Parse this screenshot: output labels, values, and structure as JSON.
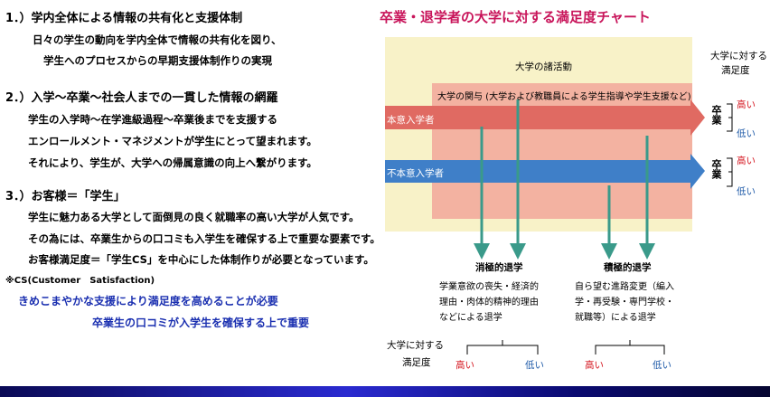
{
  "left": {
    "s1": {
      "heading": "1．）学内全体による情報の共有化と支援体制",
      "lines": [
        "日々の学生の動向を学内全体で情報の共有化を図り、",
        "学生へのプロセスからの早期支援体制作りの実現"
      ]
    },
    "s2": {
      "heading": "2．）入学～卒業～社会人までの一貫した情報の網羅",
      "lines": [
        "学生の入学時～在学進級過程～卒業後までを支援する",
        "エンロールメント・マネジメントが学生にとって望まれます。",
        "それにより、学生が、大学への帰属意識の向上へ繋がります。"
      ]
    },
    "s3": {
      "heading": "3．）お客様＝「学生」",
      "lines": [
        "学生に魅力ある大学として面倒見の良く就職率の高い大学が人気です。",
        "その為には、卒業生からの口コミも入学生を確保する上で重要な要素です。",
        "お客様満足度＝「学生CS」を中心にした体制作りが必要となっています。"
      ]
    },
    "note": "※CS(Customer　Satisfaction)",
    "emphasis": [
      "きめこまやかな支援により満足度を高めることが必要",
      "卒業生の口コミが入学生を確保する上で重要"
    ]
  },
  "chart": {
    "title": "卒業・退学者の大学に対する満足度チャート",
    "university_activities": "大学の諸活動",
    "involvement": "大学の関与 (大学および教職員による学生指導や学生支援など)",
    "row_high": "本意入学者",
    "row_low": "不本意入学者",
    "right_header": [
      "大学に対する",
      "満足度"
    ],
    "graduation": "卒業",
    "high": "高い",
    "low": "低い",
    "negative_title": "消極的退学",
    "negative_desc": [
      "学業意欲の喪失・経済的",
      "理由・肉体的精神的理由",
      "などによる退学"
    ],
    "positive_title": "積極的退学",
    "positive_desc": [
      "自ら望む進路変更（編入",
      "学・再受験・専門学校・",
      "就職等）による退学"
    ],
    "bottom_header": [
      "大学に対する",
      "満足度"
    ],
    "colors": {
      "title": "#c8145a",
      "arrow_red": "#e06a62",
      "arrow_blue": "#3f7fc8",
      "green": "#3a9a8a",
      "yellow": "#f8f2c8"
    }
  }
}
